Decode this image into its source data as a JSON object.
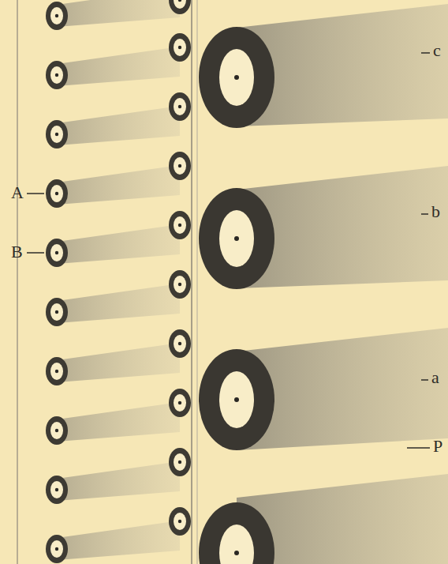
{
  "diagram": {
    "labels": [
      "c",
      "A",
      "b",
      "B",
      "a",
      "P"
    ]
  }
}
